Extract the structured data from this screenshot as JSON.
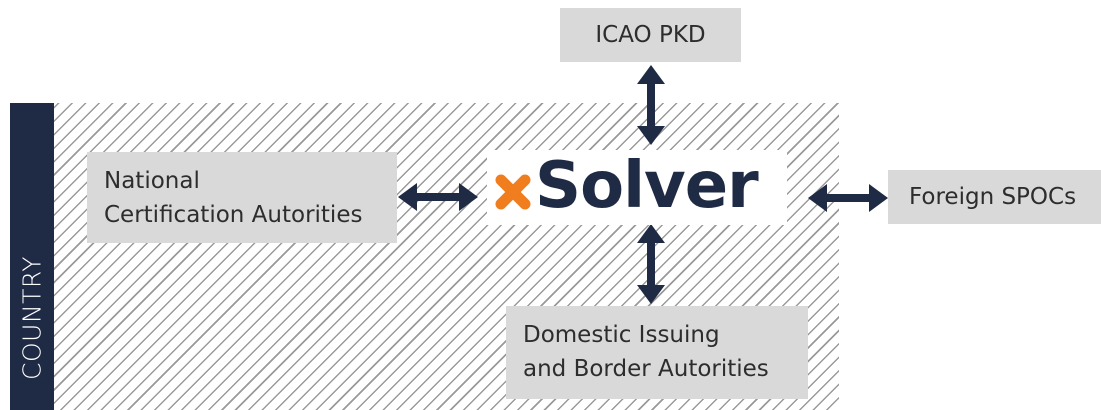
{
  "side_label": "COUNTRY",
  "hub": {
    "logo_text": "Solver"
  },
  "nodes": {
    "icao": {
      "label": "ICAO PKD"
    },
    "national": {
      "lines": [
        "National",
        "Certification Autorities"
      ]
    },
    "foreign": {
      "label": "Foreign SPOCs"
    },
    "domestic": {
      "lines": [
        "Domestic Issuing",
        "and Border Autorities"
      ]
    }
  },
  "colors": {
    "navy": "#1f2a44",
    "box_gray": "#d9d9d9",
    "hatch_gray": "#9a9a9a",
    "logo_accent": "#f07d1e"
  }
}
